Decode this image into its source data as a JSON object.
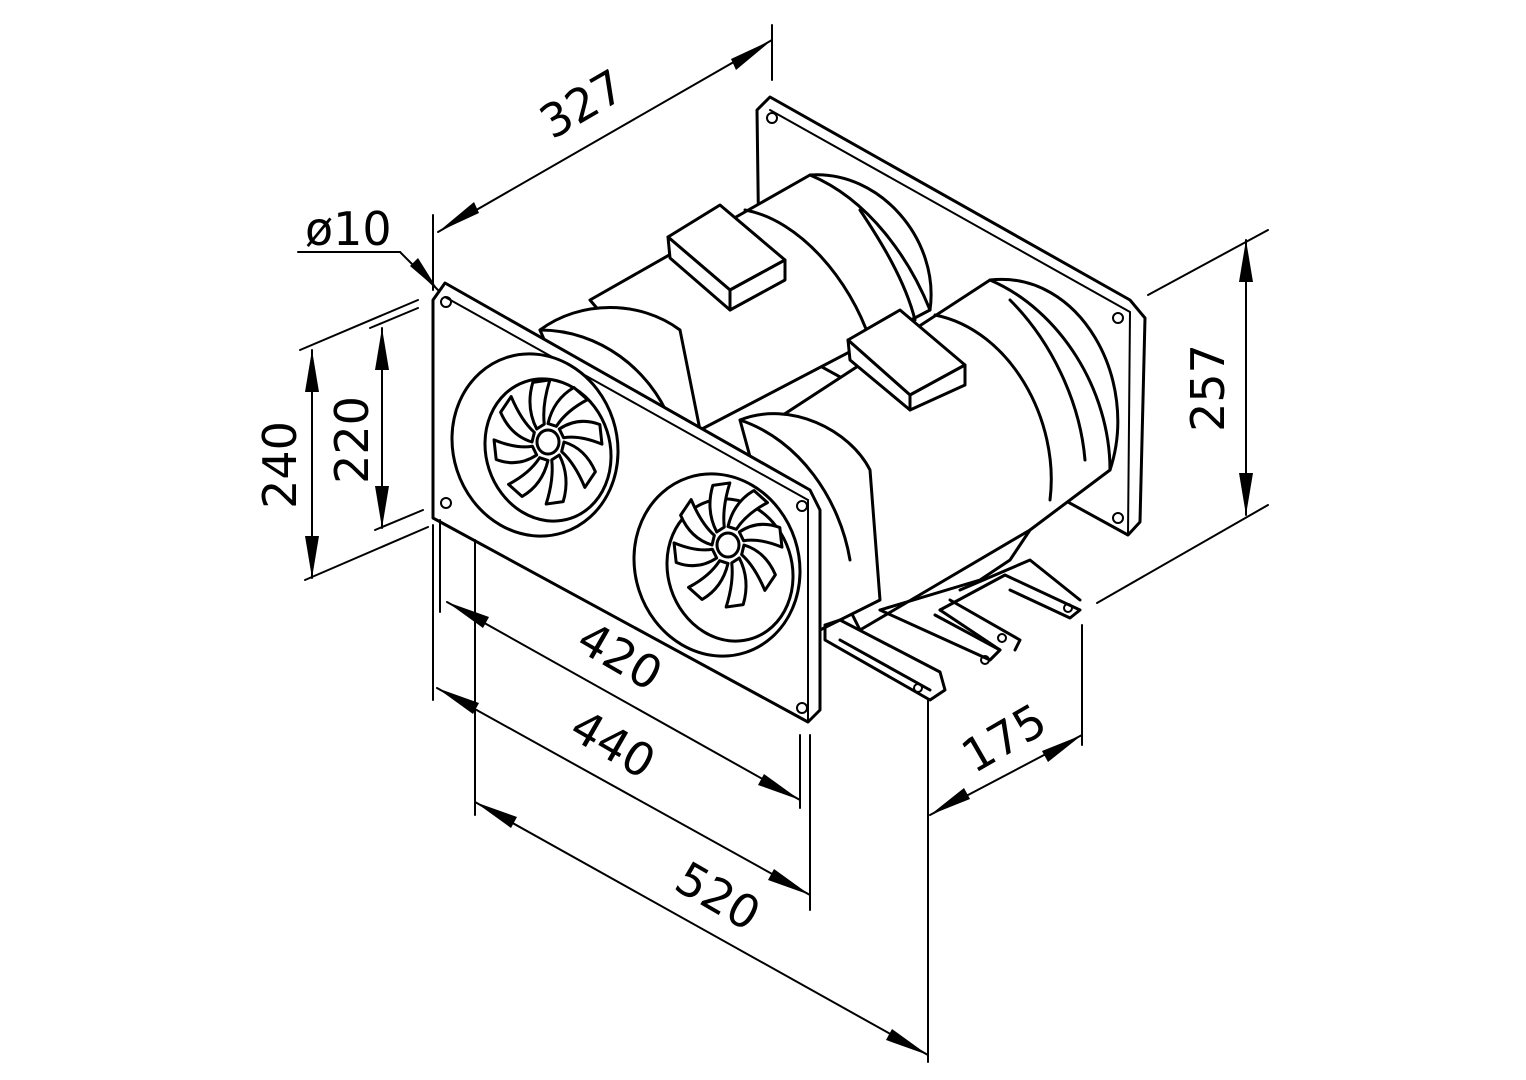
{
  "dimensions": {
    "dim_327": "327",
    "dim_diameter": "ø10",
    "dim_240": "240",
    "dim_220": "220",
    "dim_257": "257",
    "dim_420": "420",
    "dim_440": "440",
    "dim_520": "520",
    "dim_175": "175"
  }
}
